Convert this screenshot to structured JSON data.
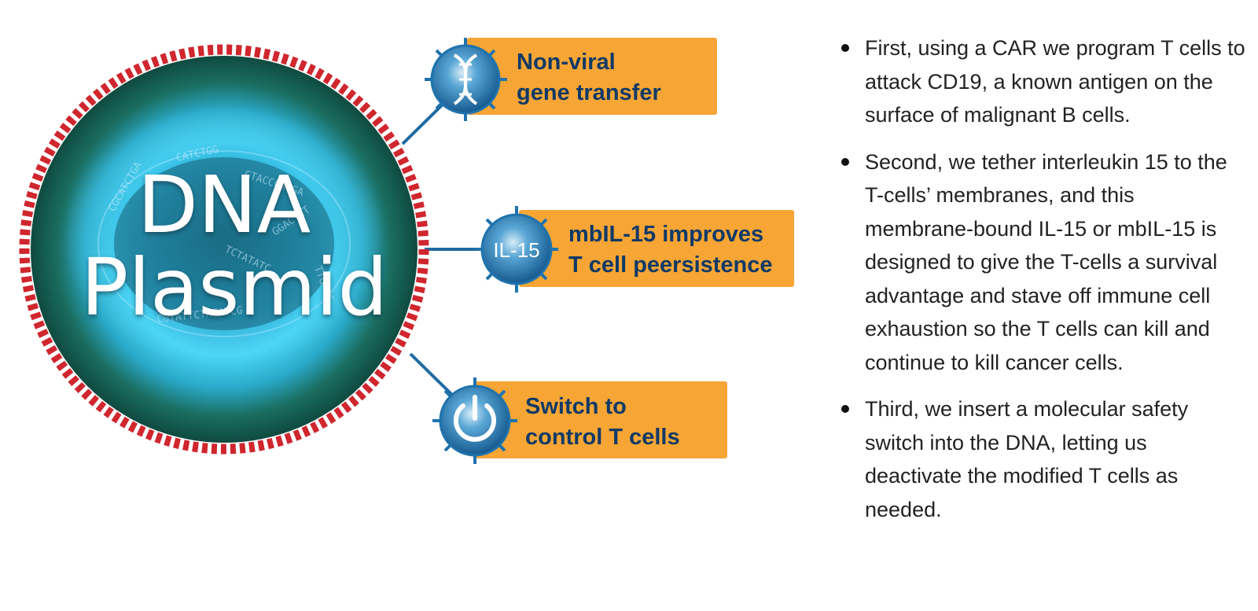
{
  "plasmid": {
    "line1": "DNA",
    "line2": "Plasmid",
    "sequence_fragments": [
      "CATCTGG",
      "GTACCGATGA",
      "CGCATCTGA",
      "TCTATATC",
      "GGACTCT",
      "CGTATTCTATATCG",
      "TTGACC"
    ]
  },
  "features": [
    {
      "icon": "dna-helix-icon",
      "line1": "Non-viral",
      "line2": "gene transfer"
    },
    {
      "icon": "il15-icon",
      "icon_text": "IL-15",
      "line1": "mbIL-15 improves",
      "line2": "T cell peersistence"
    },
    {
      "icon": "power-icon",
      "line1": "Switch to",
      "line2": "control T cells"
    }
  ],
  "bullets": [
    {
      "text": "First, using a CAR we program T cells to attack CD19, a known antigen on the surface of malignant B cells."
    },
    {
      "text": "Second, we tether interleukin 15 to the T-cells’ membranes, and this membrane-bound IL-15 or mbIL-15 is designed to give the T-cells a survival advantage and stave off immune cell exhaustion so the T cells can kill and continue to kill cancer cells."
    },
    {
      "text": "Third, we insert a molecular safety switch into the DNA, letting us deactivate the modified T cells as needed."
    }
  ],
  "colors": {
    "label_bg": "#f7a535",
    "label_text": "#0f3a66",
    "cell_border": "#d0262e",
    "cell_outer": "#16574f",
    "cell_glow": "#3cc8f0",
    "icon_blue": "#1f73ad",
    "connector": "#1e6aa3"
  }
}
